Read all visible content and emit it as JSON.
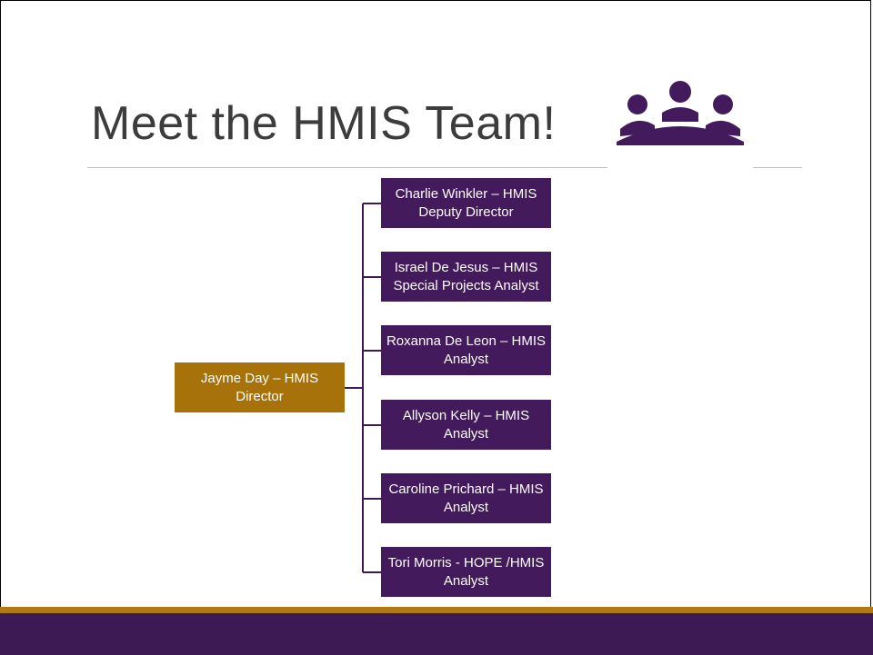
{
  "slide": {
    "title": "Meet the HMIS Team!",
    "icon": "team-meeting-icon",
    "colors": {
      "accent_purple": "#431a5c",
      "accent_gold": "#a8720b",
      "footer_purple": "#3d1a53",
      "footer_gold": "#b07a12",
      "title_text": "#3c3c3c"
    }
  },
  "org_chart": {
    "root": {
      "label": "Jayme Day – HMIS Director"
    },
    "members": [
      {
        "label": "Charlie Winkler – HMIS Deputy Director"
      },
      {
        "label": "Israel De Jesus – HMIS Special Projects Analyst"
      },
      {
        "label": "Roxanna De Leon – HMIS Analyst"
      },
      {
        "label": "Allyson Kelly – HMIS Analyst"
      },
      {
        "label": "Caroline Prichard – HMIS Analyst"
      },
      {
        "label": "Tori Morris - HOPE /HMIS Analyst"
      }
    ]
  }
}
